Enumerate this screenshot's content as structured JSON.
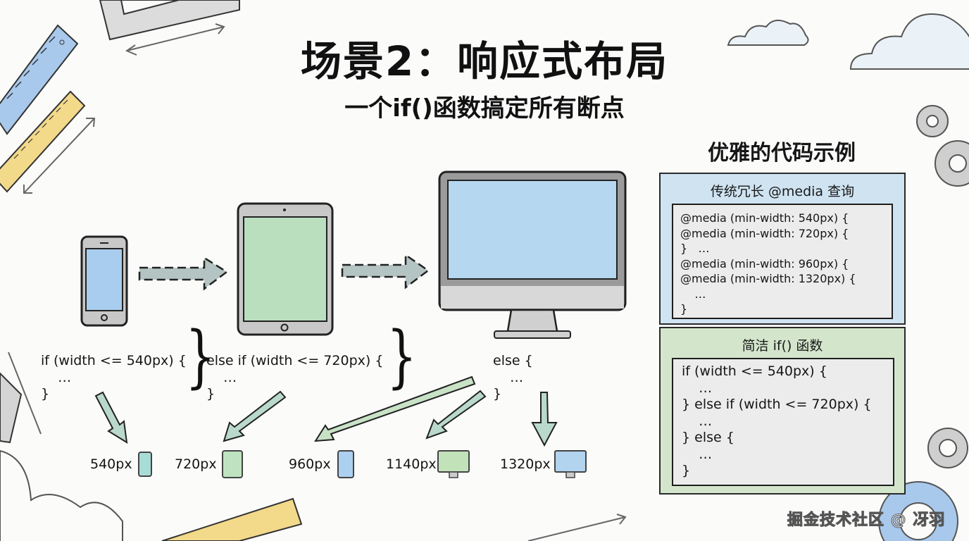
{
  "header": {
    "title": "场景2：响应式布局",
    "subtitle": "一个if()函数搞定所有断点"
  },
  "devices": [
    {
      "name": "phone",
      "screen_color": "#a9cdee"
    },
    {
      "name": "tablet",
      "screen_color": "#b9dfbf"
    },
    {
      "name": "desktop",
      "screen_color": "#b5d7ef"
    }
  ],
  "flow_code": {
    "if_block": [
      "if (width <= 540px) {",
      "    …",
      "}"
    ],
    "else_if_block": [
      "else if (width <= 720px) {",
      "    …",
      "}"
    ],
    "else_block": [
      "else {",
      "    …",
      "}"
    ]
  },
  "breakpoints": [
    {
      "label": "540px",
      "device": "phone",
      "color": "#a8dcd6"
    },
    {
      "label": "720px",
      "device": "tablet",
      "color": "#bfe3c0"
    },
    {
      "label": "960px",
      "device": "tablet",
      "color": "#acd0ef"
    },
    {
      "label": "1140px",
      "device": "monitor",
      "color": "#c2e3b9"
    },
    {
      "label": "1320px",
      "device": "monitor",
      "color": "#b2d4ef"
    }
  ],
  "code_panel": {
    "title": "优雅的代码示例",
    "legacy": {
      "header": "传统冗长 @media 查询",
      "lines": [
        "@media (min-width: 540px) {",
        "@media (min-width: 720px) {",
        "}   …",
        "@media (min-width: 960px) {",
        "@media (min-width: 1320px) {",
        "    …",
        "}"
      ],
      "crossed_out": true
    },
    "modern": {
      "header": "简洁 if() 函数",
      "lines": [
        "if (width <= 540px) {",
        "    …",
        "} else if (width <= 720px) {",
        "    …",
        "} else {",
        "    …",
        "}"
      ]
    }
  },
  "colors": {
    "legacy_box": "#cfe3f1",
    "modern_box": "#d3e6cc",
    "arrow_fill": "#b9d9cc",
    "ruler_blue": "#a8c9ec",
    "ruler_yellow": "#f3d98a"
  },
  "watermark": "掘金技术社区 @ 冴羽"
}
